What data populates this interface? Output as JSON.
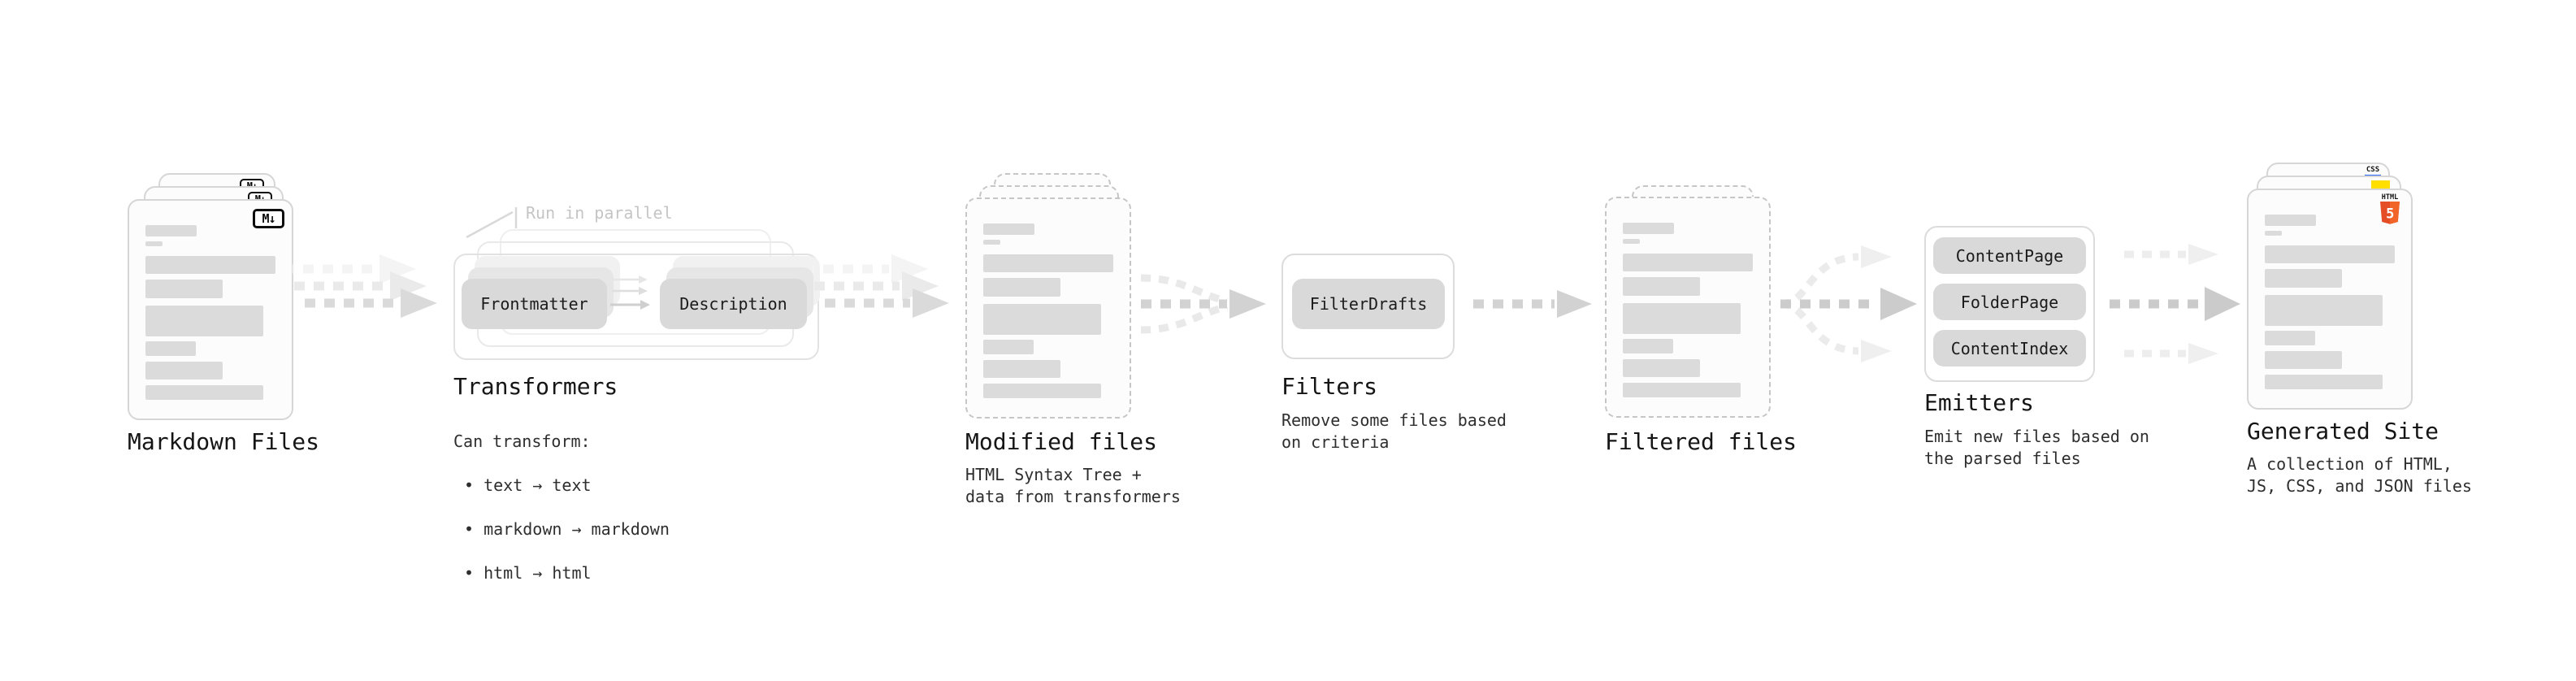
{
  "diagram": {
    "sections": {
      "markdown_files": {
        "label": "Markdown Files",
        "badge": "M↓"
      },
      "transformers": {
        "label": "Transformers",
        "annotation": "Run in parallel",
        "nodes": [
          "Frontmatter",
          "Description"
        ],
        "note_title": "Can transform:",
        "bullets": [
          "• text → text",
          "• markdown → markdown",
          "• html → html"
        ]
      },
      "modified_files": {
        "label": "Modified files",
        "description": "HTML Syntax Tree +\ndata from transformers"
      },
      "filters": {
        "label": "Filters",
        "nodes": [
          "FilterDrafts"
        ],
        "description": "Remove some files based\non criteria"
      },
      "filtered_files": {
        "label": "Filtered files"
      },
      "emitters": {
        "label": "Emitters",
        "nodes": [
          "ContentPage",
          "FolderPage",
          "ContentIndex"
        ],
        "description": "Emit new files based on\nthe parsed files"
      },
      "generated_site": {
        "label": "Generated Site",
        "description": "A collection of HTML,\nJS, CSS, and JSON files",
        "badges": {
          "html": "HTML",
          "html_number": "5",
          "css": "CSS"
        }
      }
    },
    "colors": {
      "html5_orange": "#e44d26",
      "js_yellow": "#ffdf00",
      "css_blue": "#2668f5",
      "node_fill": "#d9d9d9",
      "arrow_gray": "#d2d2d2"
    }
  }
}
